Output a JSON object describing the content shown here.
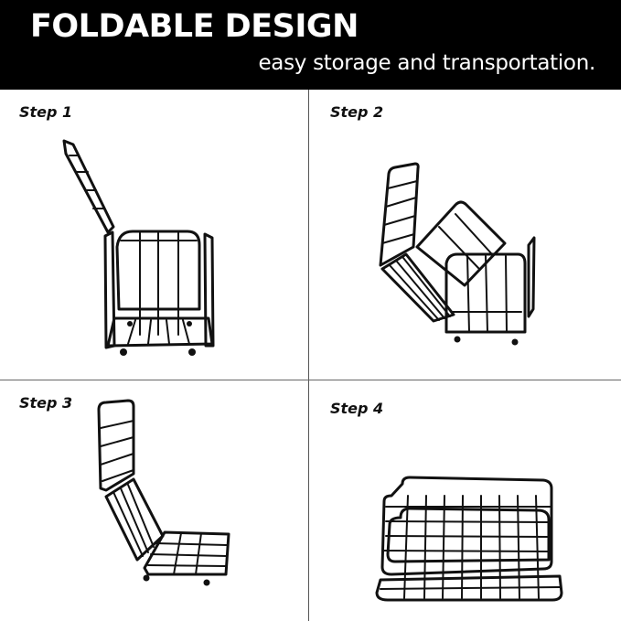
{
  "header": {
    "title": "FOLDABLE DESIGN",
    "subtitle": "easy storage and transportation.",
    "background_color": "#000000",
    "text_color": "#ffffff"
  },
  "steps": [
    {
      "label": "Step 1",
      "image": "cart-unfolding-side-raised-icon"
    },
    {
      "label": "Step 2",
      "image": "cart-sides-folding-icon"
    },
    {
      "label": "Step 3",
      "image": "cart-panels-laid-flat-icon"
    },
    {
      "label": "Step 4",
      "image": "cart-fully-folded-icon"
    }
  ]
}
